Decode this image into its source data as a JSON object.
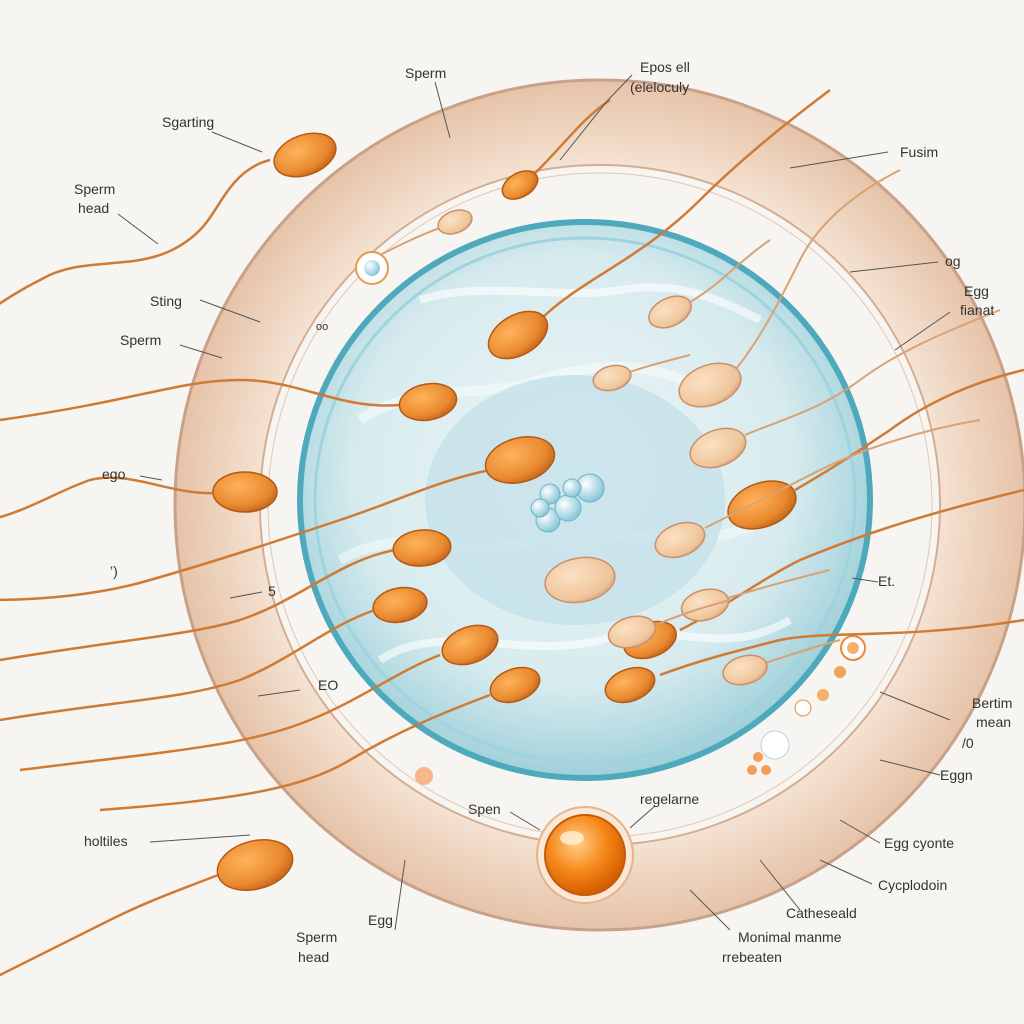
{
  "colors": {
    "background": "#f7f5f1",
    "zona": "#efd6c1",
    "zona_edge": "#c9a088",
    "cytoplasm": "#d7ebee",
    "membrane": "#5eb3c4",
    "nucleus": "#c7e2ea",
    "sperm_head": "#e9892f",
    "sperm_head_pale": "#efc59b",
    "tail": "#cf7a35",
    "polar_body": "#f27a10"
  },
  "labels": {
    "sperm_top": "Sperm",
    "epos": "Epos ell",
    "epos_sub": "(eleloculy",
    "sgarting": "Sgarting",
    "sperm_head_left_1": "Sperm",
    "sperm_head_left_2": "head",
    "fusim": "Fusim",
    "og": "og",
    "egg_fianat_1": "Egg",
    "egg_fianat_2": "fianat",
    "sting": "Sting",
    "sperm_left": "Sperm",
    "ego_left": "ego",
    "mark_left": "’)",
    "five": "5",
    "et": "Et.",
    "eo": "EO",
    "bertim_1": "Bertim",
    "bertim_2": "mean",
    "slash_d": "/0",
    "eggn": "Eggn",
    "holtiles": "holtiles",
    "spen": "Spen",
    "regelarne": "regelarne",
    "egg_cyonte": "Egg cyonte",
    "cycplodoin": "Cycplodoin",
    "egg_bottom": "Egg",
    "sperm_head_bottom_1": "Sperm",
    "sperm_head_bottom_2": "head",
    "catheseald": "Catheseald",
    "monimal_1": "Monimal manme",
    "monimal_2": "rrebeaten",
    "small_oo": "oo"
  }
}
